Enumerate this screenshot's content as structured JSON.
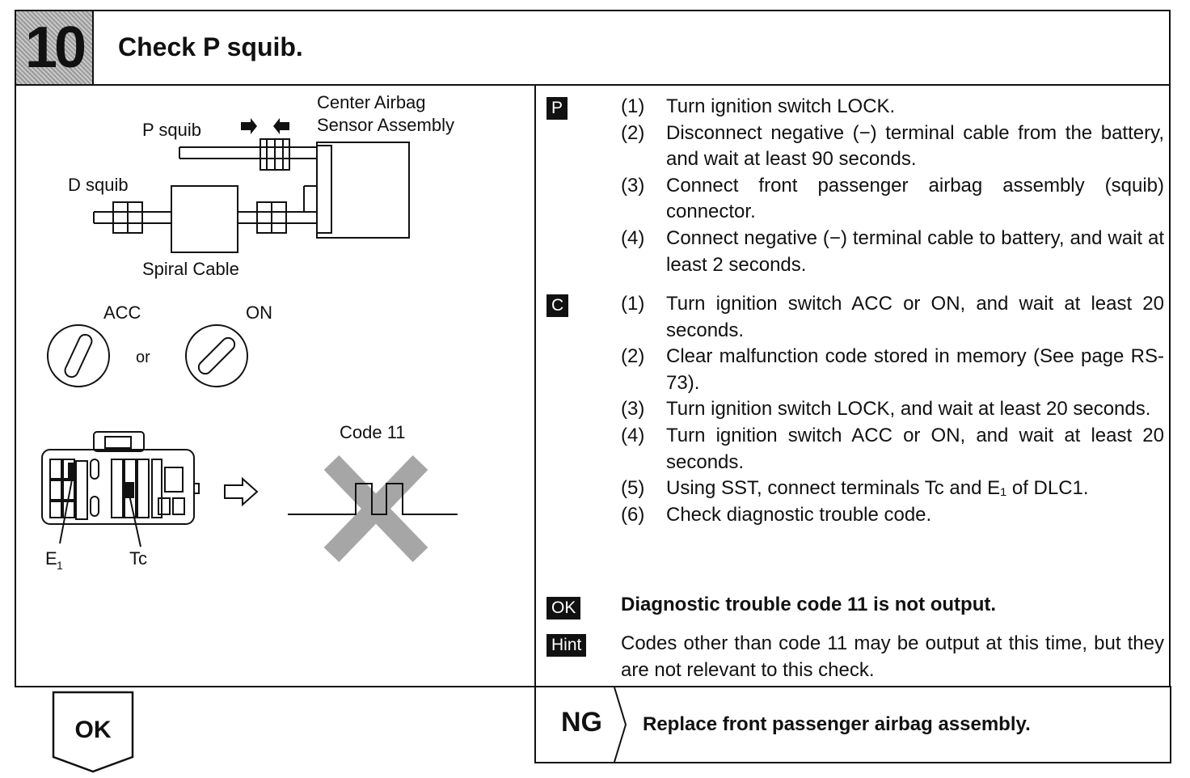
{
  "header": {
    "step_number": "10",
    "title": "Check P squib."
  },
  "diagram": {
    "center_airbag_line1": "Center Airbag",
    "center_airbag_line2": "Sensor Assembly",
    "p_squib": "P squib",
    "d_squib": "D squib",
    "spiral_cable": "Spiral Cable",
    "acc": "ACC",
    "or": "or",
    "on": "ON",
    "code": "Code 11",
    "e1": "E",
    "e1_sub": "1",
    "tc": "Tc"
  },
  "procedure_p": {
    "tag": "P",
    "steps": [
      {
        "num": "(1)",
        "text": "Turn ignition switch LOCK."
      },
      {
        "num": "(2)",
        "text": "Disconnect negative (−) terminal cable from the battery, and wait at least 90 seconds."
      },
      {
        "num": "(3)",
        "text": "Connect front passenger airbag assembly (squib) connector."
      },
      {
        "num": "(4)",
        "text": "Connect negative (−) terminal cable to battery, and wait at least 2 seconds."
      }
    ]
  },
  "procedure_c": {
    "tag": "C",
    "steps": [
      {
        "num": "(1)",
        "text": "Turn ignition switch ACC or ON, and wait at least 20 seconds."
      },
      {
        "num": "(2)",
        "text": "Clear malfunction code stored in memory (See page RS-73)."
      },
      {
        "num": "(3)",
        "text": "Turn ignition switch LOCK, and wait at least 20 seconds."
      },
      {
        "num": "(4)",
        "text": "Turn ignition switch ACC or ON, and wait at least 20 seconds."
      },
      {
        "num": "(5)",
        "text": "Using SST, connect terminals Tc and E₁ of DLC1."
      },
      {
        "num": "(6)",
        "text": "Check diagnostic trouble code."
      }
    ]
  },
  "result": {
    "ok_tag": "OK",
    "ok_text": "Diagnostic trouble code 11 is not output.",
    "hint_tag": "Hint",
    "hint_text": "Codes other than code 11 may be output at this time, but they are not relevant to this check."
  },
  "flow": {
    "ok_label": "OK",
    "ng_label": "NG",
    "ng_text": "Replace front passenger airbag assembly."
  }
}
